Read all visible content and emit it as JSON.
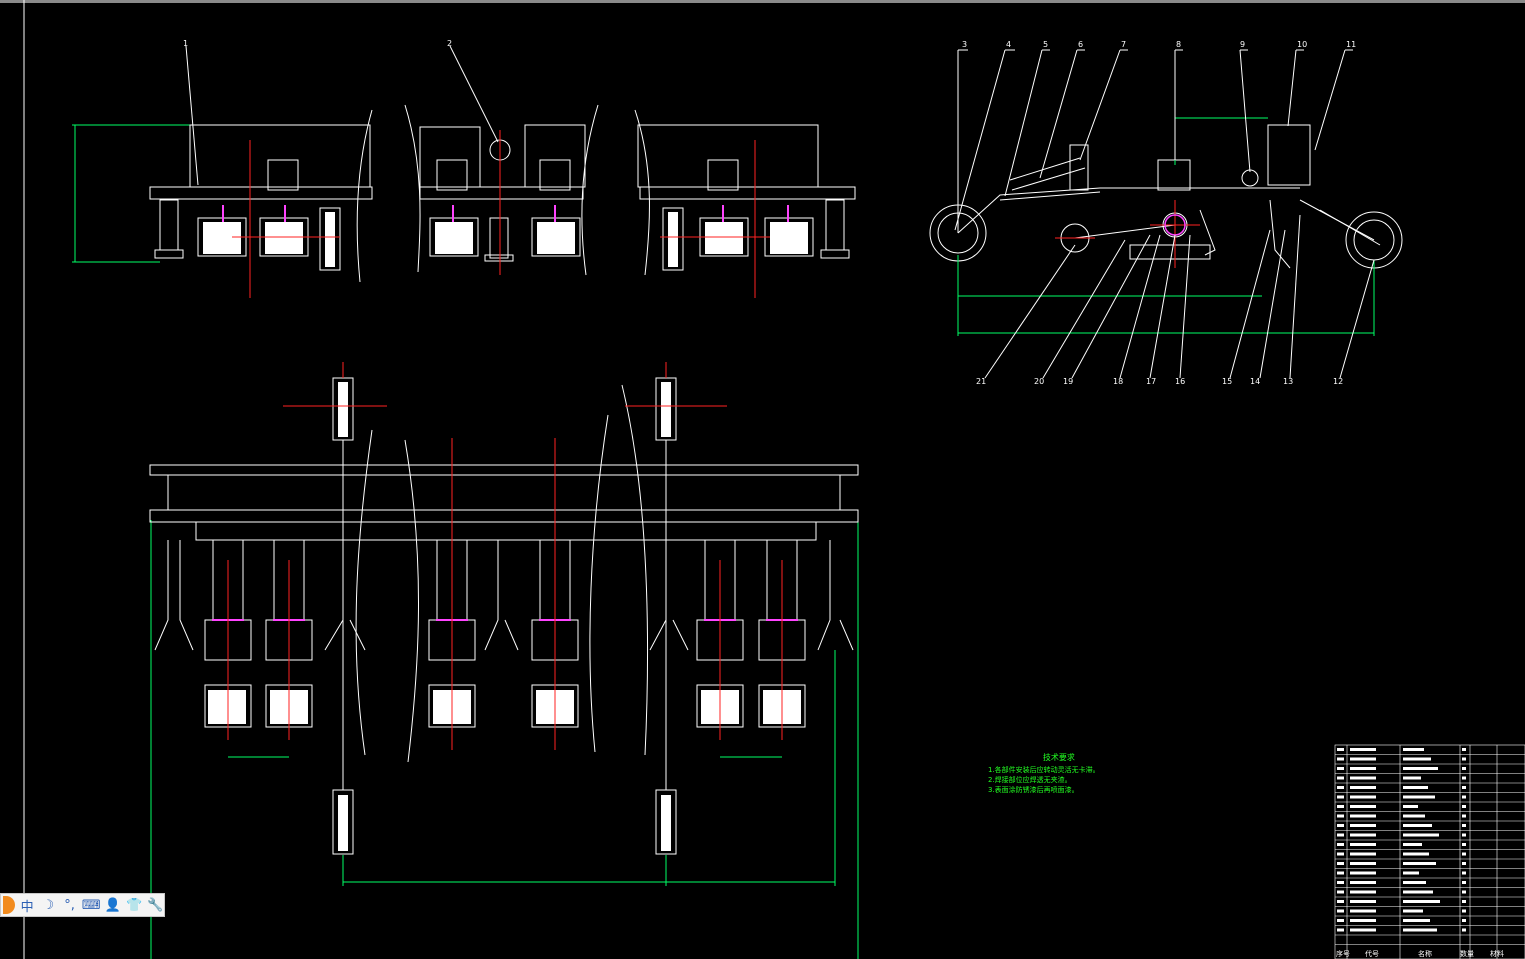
{
  "drawing": {
    "top_callouts": [
      "1",
      "2"
    ],
    "side_callouts_top": [
      "3",
      "4",
      "5",
      "6",
      "7",
      "8",
      "9",
      "10",
      "11"
    ],
    "side_callouts_bottom": [
      "21",
      "20",
      "19",
      "18",
      "17",
      "16",
      "15",
      "14",
      "13",
      "12"
    ],
    "tech_title": "技术要求",
    "tech_lines": [
      "1.各部件安装后应转动灵活无卡滞。",
      "2.焊接部位应焊透无夹渣。",
      "3.表面涂防锈漆后再喷面漆。"
    ]
  },
  "colors": {
    "line": "#ffffff",
    "dimension": "#00ff66",
    "center": "#ff2222",
    "highlight": "#ff44ff",
    "text": "#22ff22"
  },
  "ime_toolbar": {
    "items": [
      "中",
      "☽",
      "°,",
      "⌨",
      "👤",
      "👕",
      "🔧"
    ]
  },
  "title_block": {
    "header": [
      "序号",
      "代号",
      "名称",
      "数量",
      "材料"
    ]
  }
}
